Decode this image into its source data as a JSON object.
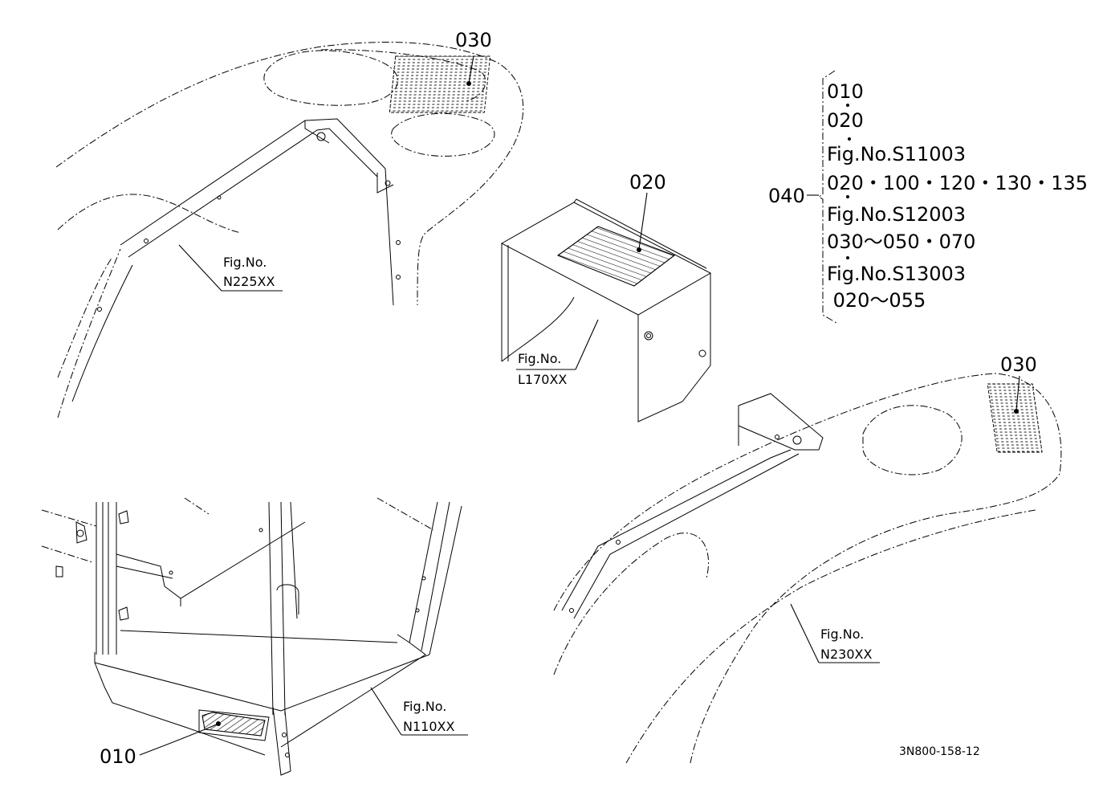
{
  "callouts": {
    "c030_top": "030",
    "c020": "020",
    "c030_right": "030",
    "c010": "010",
    "c040": "040"
  },
  "figure_refs": {
    "n225": {
      "line1": "Fig.No.",
      "line2": "N225XX"
    },
    "l170": {
      "line1": "Fig.No.",
      "line2": "L170XX"
    },
    "n230": {
      "line1": "Fig.No.",
      "line2": "N230XX"
    },
    "n110": {
      "line1": "Fig.No.",
      "line2": "N110XX"
    }
  },
  "kit_list": [
    "010",
    "020",
    "Fig.No.S11003",
    "020・100・120・130・135",
    "Fig.No.S12003",
    "030～050・070",
    "Fig.No.S13003",
    " 020～055"
  ],
  "drawing_code": "3N800-158-12"
}
